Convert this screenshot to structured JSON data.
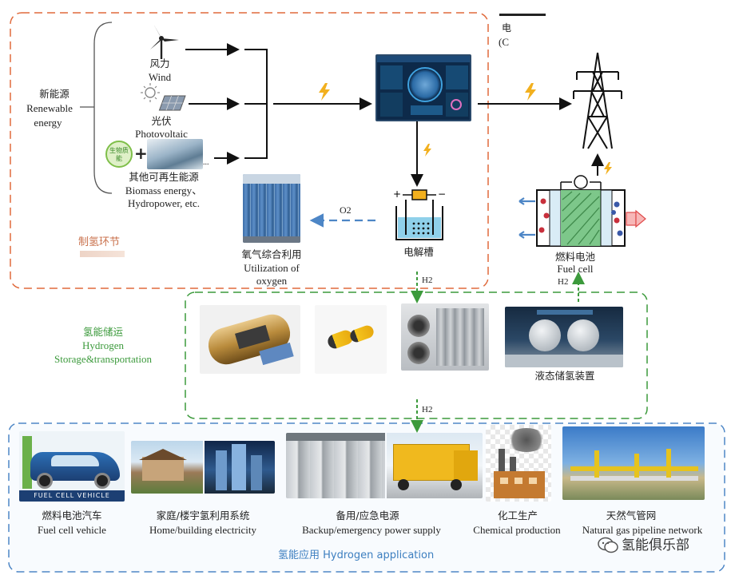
{
  "production": {
    "section_label": "制氢环节",
    "renewable": {
      "cn": "新能源",
      "en1": "Renewable",
      "en2": "energy"
    },
    "wind": {
      "cn": "风力",
      "en": "Wind"
    },
    "pv": {
      "cn": "光伏",
      "en": "Photovoltaic"
    },
    "other": {
      "cn": "其他可再生能源",
      "en1": "Biomass energy、",
      "en2": "Hydropower, etc.",
      "badge": "生物质能",
      "ellipsis": "..."
    },
    "electrolyzer": {
      "cn": "电解槽"
    },
    "oxygen": {
      "cn": "氧气综合利用",
      "en1": "Utilization of",
      "en2": "oxygen",
      "flow": "O2"
    }
  },
  "grid": {
    "cn": "电",
    "en": "(C"
  },
  "fuel_cell": {
    "cn": "燃料电池",
    "en": "Fuel cell",
    "flow": "H2"
  },
  "storage": {
    "cn": "氢能储运",
    "en1": "Hydrogen",
    "en2": "Storage&transportation",
    "electrolyzer_flow": "H2",
    "liquid_cn": "液态储氢装置",
    "output_flow": "H2"
  },
  "applications": {
    "section_label": "氢能应用 Hydrogen application",
    "items": [
      {
        "cn": "燃料电池汽车",
        "en": "Fuel cell vehicle",
        "car_text": "FUEL CELL VEHICLE"
      },
      {
        "cn": "家庭/楼宇氢利用系统",
        "en": "Home/building electricity"
      },
      {
        "cn": "备用/应急电源",
        "en": "Backup/emergency power supply"
      },
      {
        "cn": "化工生产",
        "en": "Chemical production"
      },
      {
        "cn": "天然气管网",
        "en": "Natural gas pipeline network"
      }
    ]
  },
  "watermark": "氢能俱乐部",
  "colors": {
    "production_border": "#e06a3c",
    "storage_border": "#3c9a3c",
    "application_border": "#4d86c6",
    "arrow": "#111111",
    "lightning": "#f2b01e"
  }
}
